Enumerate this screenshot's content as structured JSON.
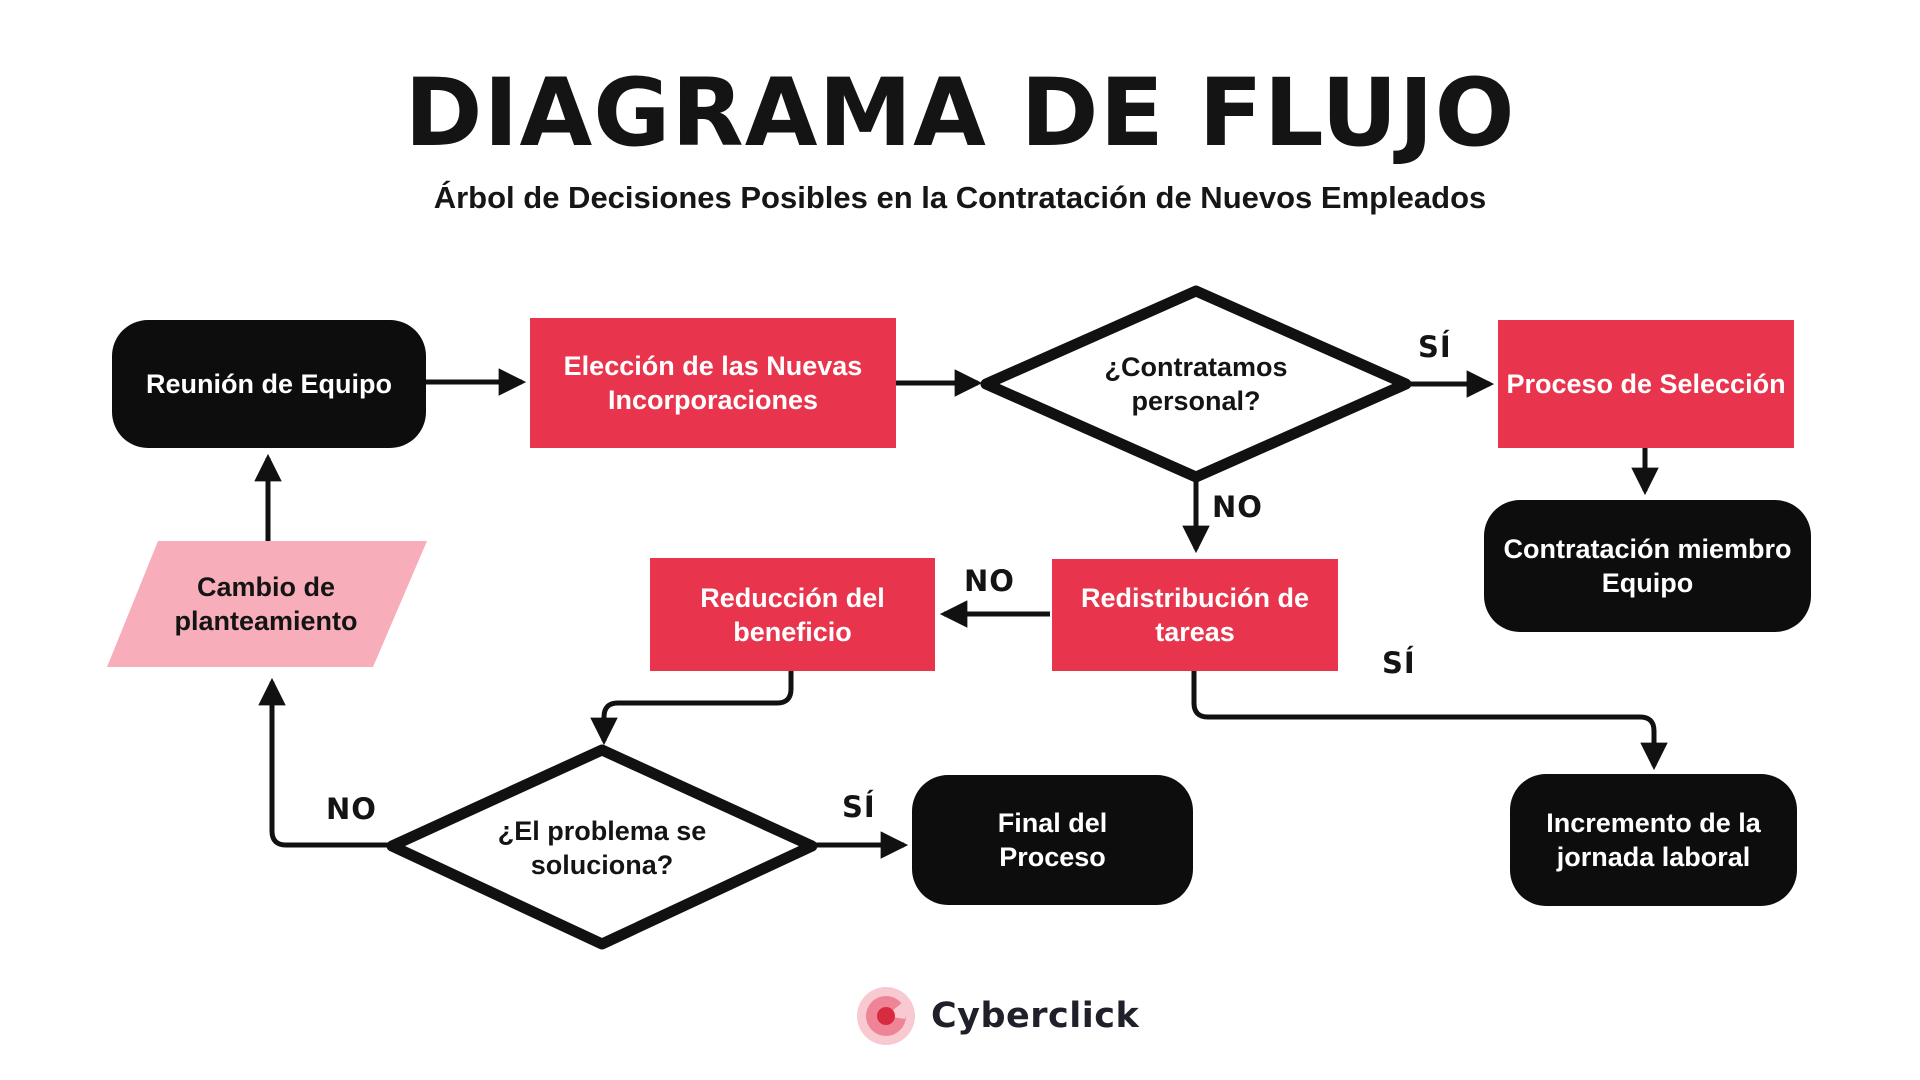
{
  "header": {
    "title": "DIAGRAMA DE FLUJO",
    "subtitle": "Árbol de Decisiones Posibles en la Contratación de Nuevos Empleados"
  },
  "nodes": {
    "reunion": {
      "label": "Reunión de Equipo",
      "shape": "rounded-terminal",
      "color": "black"
    },
    "eleccion": {
      "label": "Elección de las Nuevas\nIncorporaciones",
      "shape": "process-rect",
      "color": "red"
    },
    "decision_contratamos": {
      "label": "¿Contratamos\npersonal?",
      "shape": "decision-diamond",
      "color": "white"
    },
    "proceso_seleccion": {
      "label": "Proceso de Selección",
      "shape": "process-rect",
      "color": "red"
    },
    "contratacion_miembro": {
      "label": "Contratación miembro\nEquipo",
      "shape": "rounded-terminal",
      "color": "black"
    },
    "redistribucion": {
      "label": "Redistribución de\ntareas",
      "shape": "process-rect",
      "color": "red"
    },
    "reduccion": {
      "label": "Reducción del\nbeneficio",
      "shape": "process-rect",
      "color": "red"
    },
    "cambio_planteamiento": {
      "label": "Cambio de\nplanteamiento",
      "shape": "parallelogram",
      "color": "pink"
    },
    "decision_problema": {
      "label": "¿El problema se\nsoluciona?",
      "shape": "decision-diamond",
      "color": "white"
    },
    "final_proceso": {
      "label": "Final del\nProceso",
      "shape": "rounded-terminal",
      "color": "black"
    },
    "incremento_jornada": {
      "label": "Incremento de la\njornada laboral",
      "shape": "rounded-terminal",
      "color": "black"
    }
  },
  "edge_labels": {
    "si_contratamos": "SÍ",
    "no_contratamos": "NO",
    "no_redistribucion": "NO",
    "si_redistribucion": "SÍ",
    "no_problema": "NO",
    "si_problema": "SÍ"
  },
  "footer": {
    "brand": "Cyberclick"
  },
  "colors": {
    "red": "#E8354D",
    "pink": "#F8ADBB",
    "black": "#0D0D0D",
    "ink": "#111111"
  }
}
